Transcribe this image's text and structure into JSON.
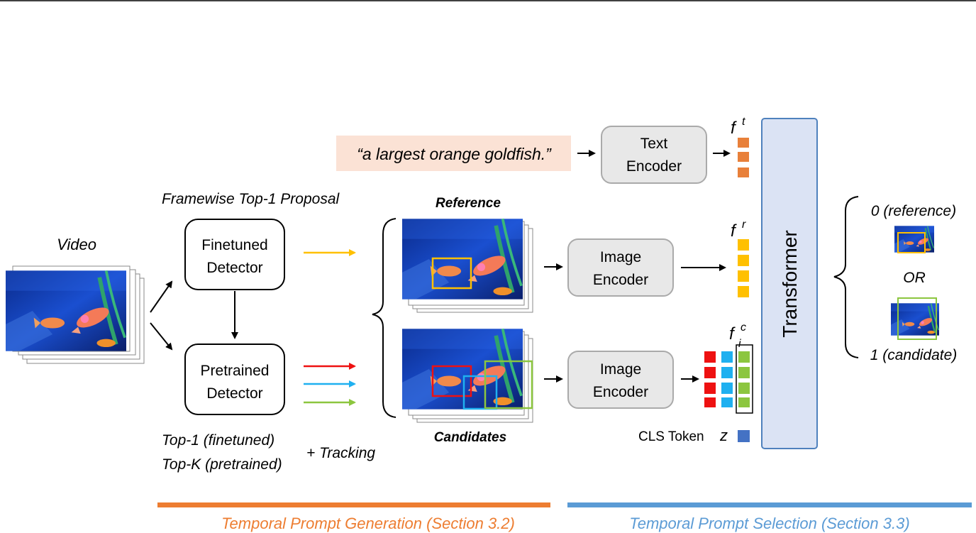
{
  "labels": {
    "video": "Video",
    "framewise": "Framewise Top-1 Proposal",
    "finetuned_line1": "Finetuned",
    "finetuned_line2": "Detector",
    "pretrained_line1": "Pretrained",
    "pretrained_line2": "Detector",
    "top1": "Top-1 (finetuned)",
    "topk": "Top-K (pretrained)",
    "tracking": "+ Tracking",
    "reference": "Reference",
    "candidates": "Candidates",
    "query": "“a largest orange goldfish.”",
    "text_enc_line1": "Text",
    "text_enc_line2": "Encoder",
    "img_enc1_line1": "Image",
    "img_enc1_line2": "Encoder",
    "img_enc2_line1": "Image",
    "img_enc2_line2": "Encoder",
    "ft": "f",
    "ft_sup": "t",
    "fr": "f",
    "fr_sup": "r",
    "fc": "f",
    "fc_sup": "c",
    "fc_sub": "i",
    "cls_token": "CLS Token",
    "z": "z",
    "transformer": "Transformer",
    "out_ref": "0 (reference)",
    "out_or": "OR",
    "out_cand": "1 (candidate)",
    "section_gen": "Temporal Prompt Generation (Section 3.2)",
    "section_sel": "Temporal Prompt Selection (Section 3.3)"
  },
  "colors": {
    "orange_token": "#e8803a",
    "yellow_token": "#ffc000",
    "red_token": "#ee1111",
    "cyan_token": "#1fb0f0",
    "green_token": "#8cc63f",
    "cls_token": "#4472c4",
    "transformer_fill": "#dbe3f4",
    "transformer_stroke": "#4f81bd",
    "query_bg": "#fbe2d5",
    "section_gen_bar": "#ed7d31",
    "section_sel_bar": "#5b9bd5",
    "encoder_fill": "#e8e8e8"
  },
  "icons": [
    "video-frames-image",
    "reference-frames-image",
    "candidate-frames-image",
    "output-reference-thumbnail",
    "output-candidate-thumbnail",
    "left-brace-icon",
    "right-brace-icon"
  ]
}
